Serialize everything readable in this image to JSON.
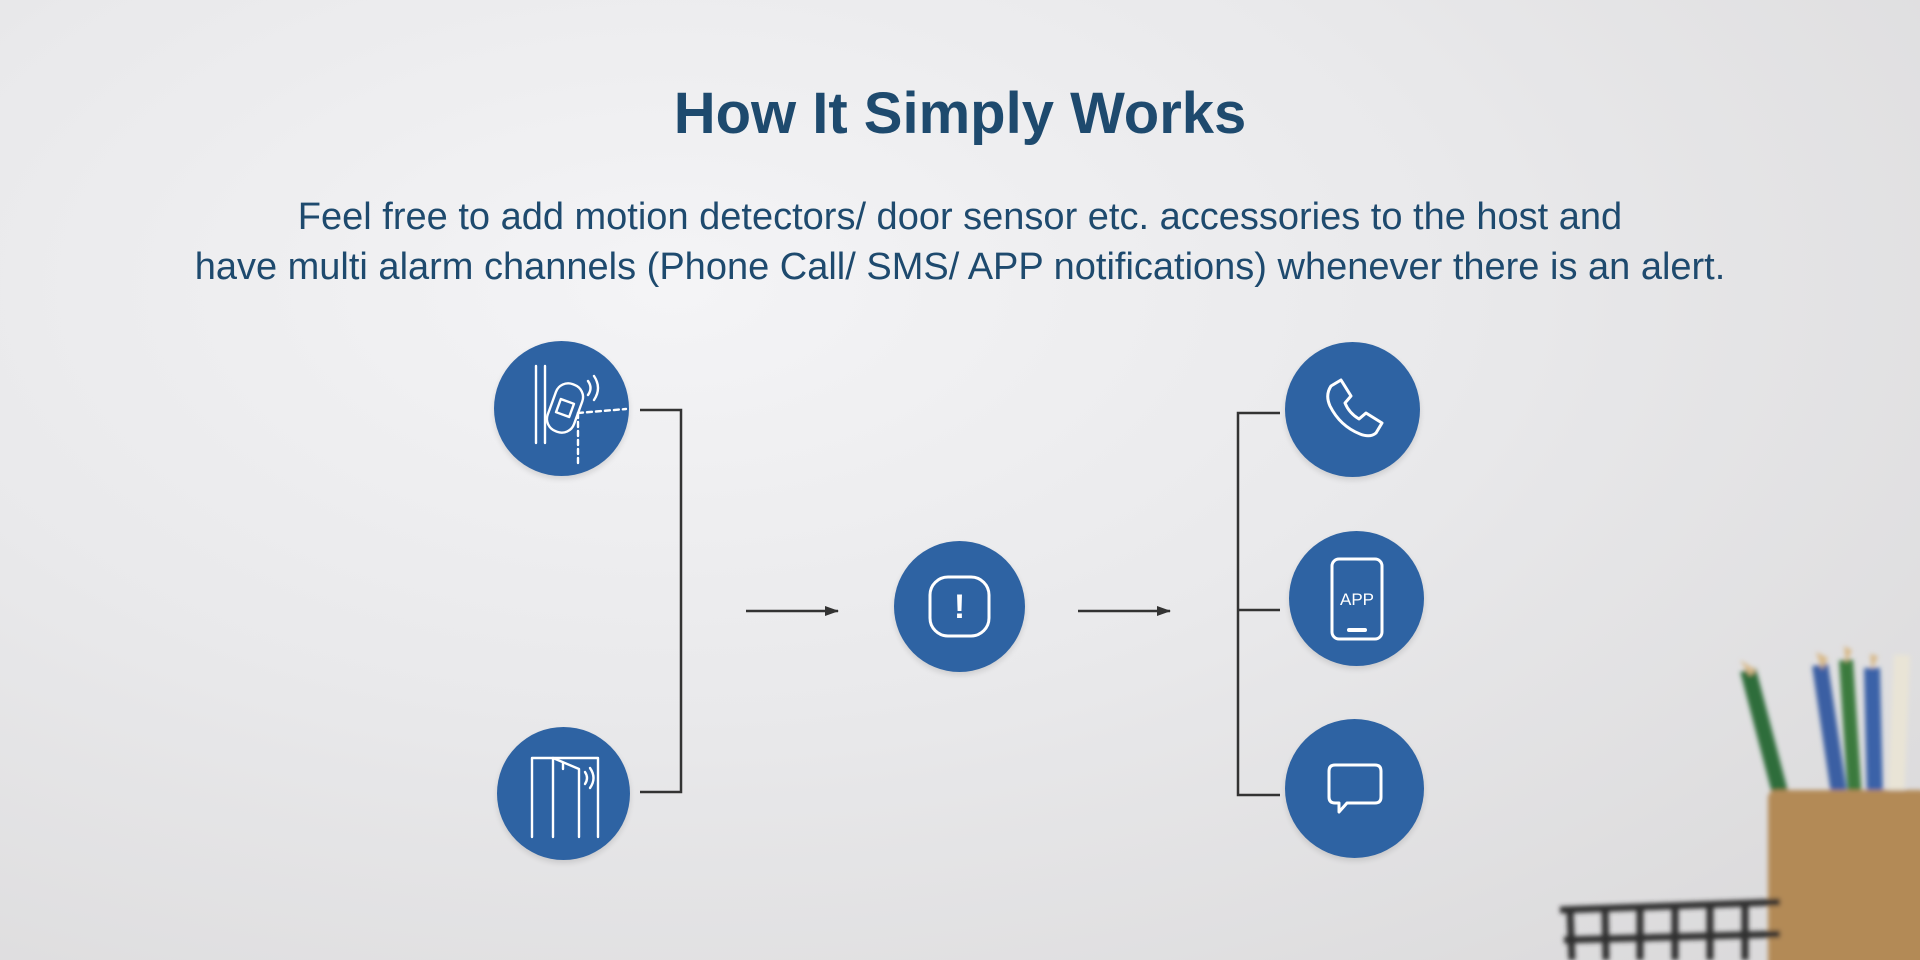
{
  "header": {
    "title": "How It Simply Works",
    "description_line1": "Feel free to add motion detectors/ door sensor etc. accessories to the host and",
    "description_line2": "have multi alarm channels (Phone Call/ SMS/ APP notifications) whenever there is an alert."
  },
  "colors": {
    "title": "#1e4a6e",
    "node_fill": "#2e63a3",
    "connector": "#333333"
  },
  "diagram": {
    "inputs": [
      {
        "icon": "window-sensor-icon"
      },
      {
        "icon": "door-sensor-icon"
      }
    ],
    "hub": {
      "icon": "alert-icon",
      "glyph": "!"
    },
    "outputs": [
      {
        "icon": "phone-icon"
      },
      {
        "icon": "app-phone-icon",
        "label": "APP"
      },
      {
        "icon": "message-icon"
      }
    ]
  }
}
